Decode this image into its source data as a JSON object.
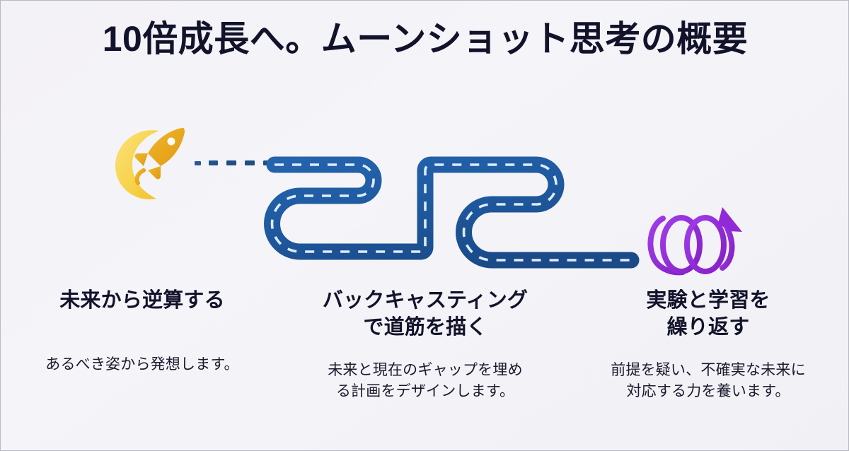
{
  "slide": {
    "title": "10倍成長へ。ムーンショット思考の概要",
    "background_color": "#f3f2f6",
    "title_color": "#12132b"
  },
  "graphics": {
    "moon_rocket": {
      "icon_name": "moon-rocket-icon",
      "moon_color": "#f7d44c",
      "rocket_color": "#e8a81c"
    },
    "connector": {
      "icon_name": "dotted-connector",
      "color": "#1f4e84",
      "dash_count": 6
    },
    "road": {
      "icon_name": "winding-road-icon",
      "road_color": "#1f5fa8",
      "road_color_dark": "#1b4e8e",
      "lane_marking_color": "#dcecf8",
      "stroke_width": 23
    },
    "loop": {
      "icon_name": "iteration-loop-arrow-icon",
      "color": "#9229d6",
      "loops": 3
    }
  },
  "columns": [
    {
      "id": "column-backcast-from-future",
      "heading": "未来から逆算する",
      "body": "あるべき姿から発想します。"
    },
    {
      "id": "column-backcasting-roadmap",
      "heading": "バックキャスティング\nで道筋を描く",
      "body": "未来と現在のギャップを埋め\nる計画をデザインします。"
    },
    {
      "id": "column-experiment-and-learn",
      "heading": "実験と学習を\n繰り返す",
      "body": "前提を疑い、不確実な未来に\n対応する力を養います。"
    }
  ]
}
